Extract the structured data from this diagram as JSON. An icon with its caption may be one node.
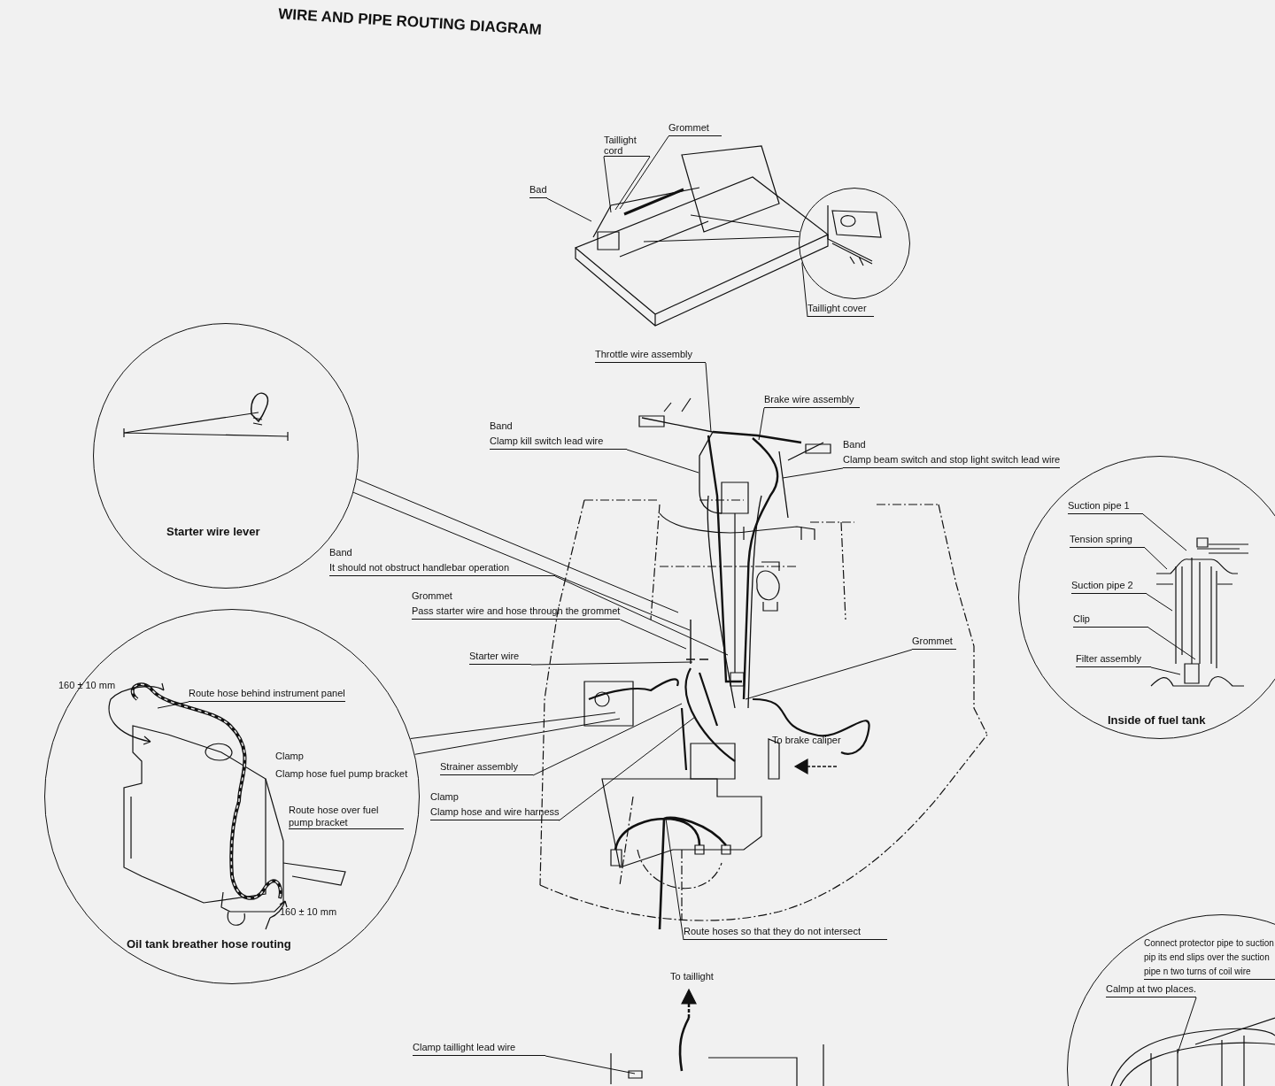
{
  "diagram": {
    "title": "WIRE AND PIPE ROUTING DIAGRAM",
    "nodes": [
      {
        "text": [
          "Starter wire lever"
        ]
      },
      {
        "text": [
          "Oil tank breather hose routing"
        ]
      },
      {
        "text": [
          "Route hose behind instrument panel"
        ],
        "in": 1
      },
      {
        "text": [
          "Inside of fuel tank"
        ]
      },
      {
        "text": [
          "Suction pipe 1"
        ],
        "in": 3
      },
      {
        "text": [
          "Tension spring"
        ],
        "in": 3
      },
      {
        "text": [
          "Suction pipe 2"
        ],
        "in": 3
      },
      {
        "text": [
          "Clip"
        ],
        "in": 3
      },
      {
        "text": [
          "Filter assembly"
        ],
        "in": 3
      },
      {
        "text": [],
        "shape": "circle"
      },
      {
        "text": [
          "Bad"
        ]
      },
      {
        "text": [
          "Taillight cord"
        ]
      },
      {
        "text": [
          "Grommet"
        ]
      },
      {
        "text": [
          "Taillight cover"
        ]
      },
      {
        "text": [
          "Throttle wire assembly"
        ]
      },
      {
        "text": [
          "Brake wire assembly"
        ]
      },
      {
        "text": [
          "Band",
          "Clamp kill switch lead wire"
        ]
      },
      {
        "text": [
          "Band",
          "Clamp beam switch and stop light switch lead wire"
        ]
      },
      {
        "text": [
          "Band",
          "It should not obstruct handlebar operation"
        ]
      },
      {
        "text": [
          "Grommet",
          "Pass starter wire and hose through the grommet"
        ]
      },
      {
        "text": [
          "Starter wire"
        ]
      },
      {
        "text": [
          "Grommet"
        ]
      },
      {
        "text": [
          "Strainer assembly"
        ]
      },
      {
        "text": [
          "Clamp",
          "Clamp hose and wire harness"
        ]
      },
      {
        "text": [
          "Route hoses so that they do not intersect"
        ]
      },
      {
        "text": [
          "Clamp taillight lead wire"
        ]
      },
      {
        "text": [],
        "shape": "circle"
      },
      {
        "text": [
          "Calmp at two places."
        ],
        "in": 26
      },
      {
        "text": [],
        "shape": "picture"
      }
    ],
    "edges": [
      {
        "from": 0,
        "to": 28,
        "arrow": "none"
      },
      {
        "from": 0,
        "to": 28,
        "arrow": "none"
      },
      {
        "from": 1,
        "to": 28,
        "arrow": "none"
      },
      {
        "from": 1,
        "to": 28,
        "arrow": "none"
      },
      {
        "from": 2,
        "to": null,
        "arrow": "none"
      },
      {
        "from": 4,
        "to": null,
        "arrow": "none"
      },
      {
        "from": 5,
        "to": null,
        "arrow": "none"
      },
      {
        "from": 6,
        "to": null,
        "arrow": "none"
      },
      {
        "from": 7,
        "to": null,
        "arrow": "none"
      },
      {
        "from": 8,
        "to": null,
        "arrow": "none"
      },
      {
        "from": 9,
        "to": null,
        "arrow": "none"
      },
      {
        "from": 9,
        "to": null,
        "arrow": "none"
      },
      {
        "from": 10,
        "to": null,
        "arrow": "none"
      },
      {
        "from": 11,
        "to": null,
        "arrow": "none"
      },
      {
        "from": 11,
        "to": null,
        "arrow": "none"
      },
      {
        "from": 12,
        "to": null,
        "arrow": "none"
      },
      {
        "from": 13,
        "to": 9,
        "arrow": "none"
      },
      {
        "from": 14,
        "to": 28,
        "arrow": "none"
      },
      {
        "from": 15,
        "to": 28,
        "arrow": "none"
      },
      {
        "from": 16,
        "to": 28,
        "arrow": "none"
      },
      {
        "from": 17,
        "to": 28,
        "arrow": "none"
      },
      {
        "from": 18,
        "to": 28,
        "arrow": "none"
      },
      {
        "from": 19,
        "to": 28,
        "arrow": "none"
      },
      {
        "from": 20,
        "to": 28,
        "arrow": "none"
      },
      {
        "from": 21,
        "to": 28,
        "arrow": "none"
      },
      {
        "from": 22,
        "to": 28,
        "arrow": "none"
      },
      {
        "from": 23,
        "to": 28,
        "arrow": "none"
      },
      {
        "from": 24,
        "to": 28,
        "arrow": "none"
      },
      {
        "from": 25,
        "to": 28,
        "arrow": "none"
      },
      {
        "from": 27,
        "to": null,
        "arrow": "none"
      }
    ],
    "labels": [
      "160 ± 10 mm",
      "Clamp",
      "Clamp hose fuel pump bracket",
      "Route hose over fuel pump bracket",
      "160 ± 10 mm",
      "To brake caliper",
      "To taillight",
      "Connect protector pipe to suction pip its end slips over the suction pipe n two turns of coil wire"
    ]
  }
}
